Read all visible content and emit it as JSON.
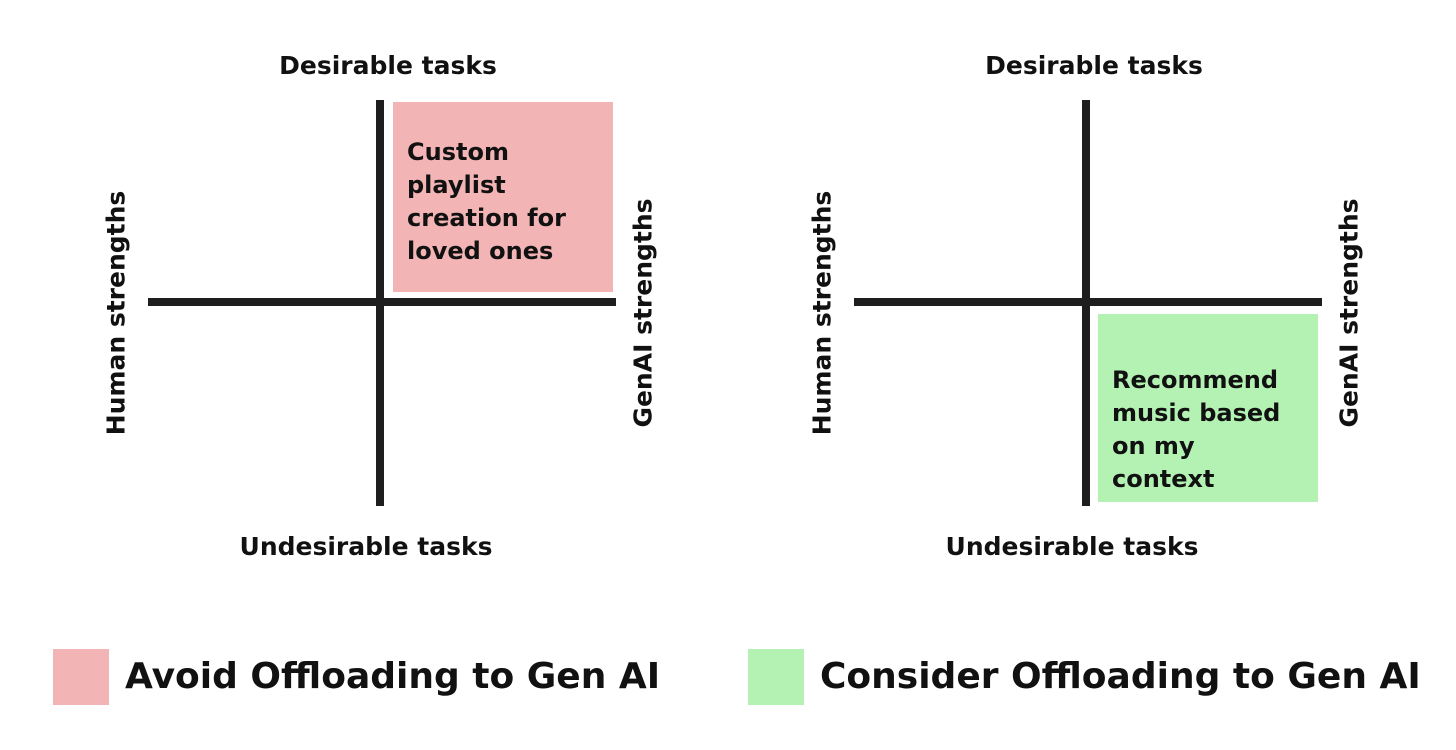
{
  "left_diagram": {
    "top_label": "Desirable tasks",
    "bottom_label": "Undesirable tasks",
    "left_label": "Human strengths",
    "right_label": "GenAI strengths",
    "highlight_text": "Custom playlist creation for loved ones",
    "highlight_quadrant": "top-right",
    "highlight_color": "#f2b4b4"
  },
  "right_diagram": {
    "top_label": "Desirable tasks",
    "bottom_label": "Undesirable tasks",
    "left_label": "Human strengths",
    "right_label": "GenAI strengths",
    "highlight_text": "Recommend music based on my context",
    "highlight_quadrant": "bottom-right",
    "highlight_color": "#b4f2b4"
  },
  "legend": [
    {
      "label": "Avoid Offloading to Gen AI",
      "color": "#f2b4b4"
    },
    {
      "label": "Consider Offloading to Gen AI",
      "color": "#b4f2b4"
    }
  ]
}
